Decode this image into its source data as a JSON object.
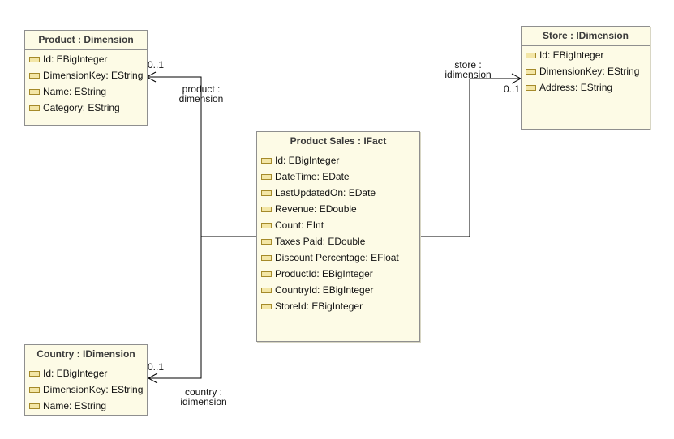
{
  "classes": {
    "product": {
      "title": "Product : Dimension",
      "attributes": [
        "Id: EBigInteger",
        "DimensionKey: EString",
        "Name: EString",
        "Category: EString"
      ]
    },
    "store": {
      "title": "Store : IDimension",
      "attributes": [
        "Id: EBigInteger",
        "DimensionKey: EString",
        "Address: EString"
      ]
    },
    "product_sales": {
      "title": "Product Sales : IFact",
      "attributes": [
        "Id: EBigInteger",
        "DateTime: EDate",
        "LastUpdatedOn: EDate",
        "Revenue: EDouble",
        "Count: EInt",
        "Taxes Paid: EDouble",
        "Discount Percentage: EFloat",
        "ProductId: EBigInteger",
        "CountryId: EBigInteger",
        "StoreId: EBigInteger"
      ]
    },
    "country": {
      "title": "Country : IDimension",
      "attributes": [
        "Id: EBigInteger",
        "DimensionKey: EString",
        "Name: EString"
      ]
    }
  },
  "associations": {
    "product": {
      "role_line1": "product :",
      "role_line2": "dimension",
      "multiplicity": "0..1"
    },
    "store": {
      "role_line1": "store :",
      "role_line2": "idimension",
      "multiplicity": "0..1"
    },
    "country": {
      "role_line1": "country :",
      "role_line2": "idimension",
      "multiplicity": "0..1"
    }
  },
  "colors": {
    "class_fill": "#fdfbe6",
    "class_border": "#8f8f8f",
    "connector": "#000000",
    "attribute_icon": "#f3e6a6"
  }
}
